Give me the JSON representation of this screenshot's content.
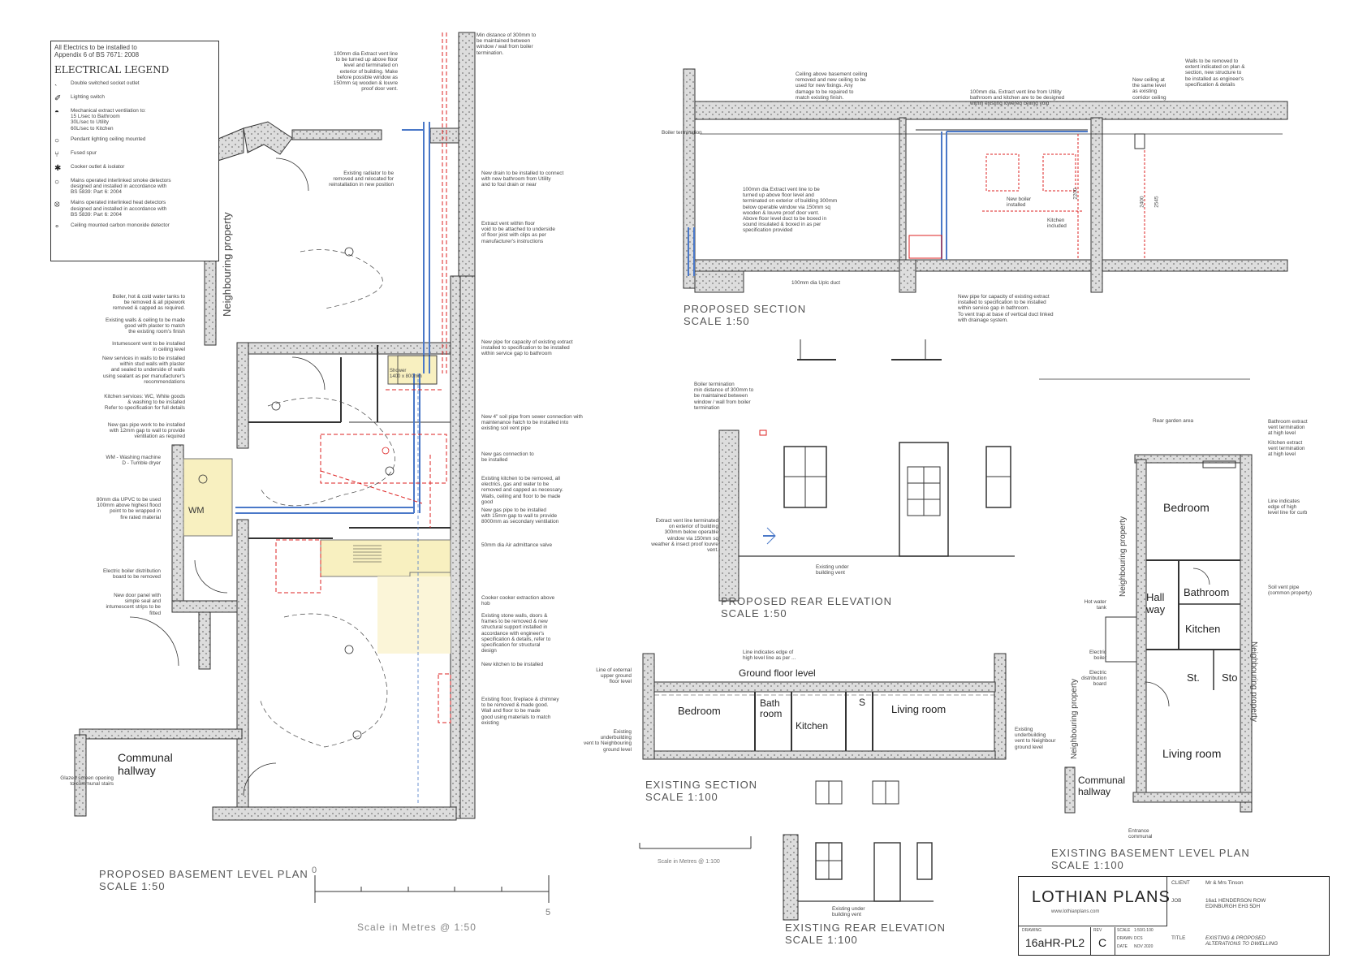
{
  "legend": {
    "header": "All Electrics to be installed to\nAppendix 6 of BS 7671: 2008",
    "title": "ELECTRICAL LEGEND",
    "items": [
      {
        "icon": "double-socket-icon",
        "label": "Double switched socket outlet"
      },
      {
        "icon": "switch-icon",
        "label": "Lighting switch"
      },
      {
        "icon": "extract-fan-icon",
        "label": "Mechanical extract ventilation to:\n15 L/sec to Bathroom\n30L/sec to Utility\n60L/sec to Kitchen"
      },
      {
        "icon": "ceiling-light-icon",
        "label": "Pendant lighting ceiling mounted"
      },
      {
        "icon": "fused-spur-icon",
        "label": "Fused spur"
      },
      {
        "icon": "cooker-switch-icon",
        "label": "Cooker outlet & isolator"
      },
      {
        "icon": "smoke-alarm-icon",
        "label": "Mains operated interlinked smoke detectors\ndesigned and installed in accordance with\nBS 5839: Part 6: 2004"
      },
      {
        "icon": "heat-alarm-icon",
        "label": "Mains operated interlinked heat detectors\ndesigned and installed in accordance with\nBS 5839: Part 6: 2004"
      },
      {
        "icon": "co-alarm-icon",
        "label": "Ceiling mounted carbon monoxide detector"
      }
    ]
  },
  "basement_plan": {
    "title": "PROPOSED BASEMENT LEVEL PLAN",
    "scale": "SCALE 1:50",
    "neighbouring": "Neighbouring property",
    "hallway": "Communal\nhallway",
    "wm": "WM",
    "shower": "Shower\n1400 x 800mm",
    "scale_bar": {
      "start": "0",
      "end": "5",
      "caption": "Scale in Metres @ 1:50"
    },
    "notes_left": [
      "Boiler, hot & cold water tanks to\nbe removed & all pipework\nremoved & capped as required.",
      "Existing walls & ceiling to be made\ngood with plaster to match\nthe existing room's finish",
      "Intumescent vent to be installed\nin ceiling level",
      "New services in walls to be installed\nwithin stud walls with plaster\nand sealed to underside of walls\nusing sealant as per manufacturer's\nrecommendations",
      "Kitchen services: WC, White goods\n& washing to be installed\nRefer to specification for full details",
      "New gas pipe work to be installed\nwith 12mm gap to wall to provide\nventilation as required",
      "WM - Washing machine\nD - Tumble dryer",
      "80mm dia UPVC to be used\n100mm above highest flood\npoint to be wrapped in\nfire rated material",
      "Electric boiler distribution\nboard to be removed",
      "New door panel with\nsimple seal and\nintumescent strips to be\nfitted",
      "Glazed screen opening\nto communal stairs"
    ],
    "notes_right": [
      "Min distance of 300mm to\nbe maintained between\nwindow / wall from boiler\ntermination.",
      "100mm dia Extract vent line\nto be turned up above floor\nlevel and terminated on\nexterior of building. Make\nbefore possible window as\n150mm sq wooden & louvre\nproof door vent.",
      "Existing radiator to be\nremoved and relocated for\nreinstallation in new position",
      "New drain to be installed to connect\nwith new bathroom from Utility\nand to foul drain or near",
      "Extract vent within floor\nvoid to be attached to underside\nof floor joist with clips as per\nmanufacturer's instructions",
      "New pipe for capacity of existing extract\ninstalled to specification to be installed\nwithin service gap to bathroom",
      "New 4\" soil pipe from sewer connection with\nmaintenance hatch to be installed into\nexisting soil vent pipe",
      "New gas connection to\nbe installed",
      "Existing kitchen to be removed, all\nelectrics, gas and water to be\nremoved and capped as necessary.\nWalls, ceiling and floor to be made\ngood",
      "New gas pipe to be installed\nwith 15mm gap to wall to provide\n8000mm as secondary ventilation",
      "50mm dia Air admittance valve",
      "Cooker cooker extraction above\nhob",
      "Existing stone walls, doors &\nframes to be removed & new\nstructural support installed in\naccordance with engineer's\nspecification & details, refer to\nspecification for structural\ndesign",
      "New kitchen to be installed",
      "Existing floor, fireplace & chimney\nto be removed & made good.\nWall and floor to be made\ngood using materials to match\nexisting"
    ]
  },
  "proposed_section": {
    "title": "PROPOSED SECTION",
    "scale": "SCALE 1:50",
    "notes": [
      "Boiler termination",
      "Ceiling above basement ceiling\nremoved and new ceiling to be\nused for new fixings. Any\ndamage to be repaired to\nmatch existing finish.",
      "100mm dia. Extract vent line from Utility\nbathroom and kitchen are to be designed\nwithin existing lowered ceiling void",
      "New ceiling at\nthe same level\nas existing\ncorridor ceiling",
      "Walls to be removed to\nextent indicated on plan &\nsection, new structure to\nbe installed as engineer's\nspecification & details",
      "100mm dia Extract vent line to be\nturned up above floor level and\nterminated on exterior of building 300mm\nbelow operable window via 150mm sq\nwooden & louvre proof door vent.\nAbove floor level duct to be boxed in\nsound insulated & boxed in as per\nspecification provided",
      "New boiler\ninstalled",
      "Kitchen\nincluded",
      "100mm dia Uplc duct",
      "New pipe for capacity of existing extract\ninstalled to specification to be installed\nwithin service gap in bathroom.\nTo vent trap at base of vertical duct linked\nwith drainage system."
    ],
    "dims": [
      "2200",
      "2400",
      "2545"
    ]
  },
  "proposed_rear_elevation": {
    "title": "PROPOSED REAR ELEVATION",
    "scale": "SCALE 1:50",
    "notes": [
      "Boiler termination\nmin distance of 300mm to\nbe maintained between\nwindow / wall from boiler\ntermination",
      "Extract vent line terminated\non exterior of building\n300mm below operable\nwindow via 150mm sq\nweather & insect proof louvre\nvent.",
      "Existing under\nbuilding vent"
    ]
  },
  "existing_section": {
    "title": "EXISTING SECTION",
    "scale": "SCALE 1:100",
    "ground_floor": "Ground floor level",
    "rooms": [
      "Bedroom",
      "Bath\nroom",
      "Kitchen",
      "S",
      "Living room"
    ],
    "notes": [
      "Line indicates edge of\nhigh level line as per ...",
      "Line of external\nupper ground\nfloor level",
      "Existing\nunderbuilding\nvent to Neighbouring\nground level",
      "Existing\nunderbuilding\nvent to Neighbour\nground level"
    ],
    "scale_bar_caption": "Scale in Metres @ 1:100"
  },
  "existing_rear_elevation": {
    "title": "EXISTING REAR ELEVATION",
    "scale": "SCALE 1:100",
    "note": "Existing under\nbuilding vent"
  },
  "existing_basement": {
    "title": "EXISTING BASEMENT LEVEL PLAN",
    "scale": "SCALE 1:100",
    "rooms": {
      "bedroom": "Bedroom",
      "hallway": "Hall\nway",
      "bathroom": "Bathroom",
      "kitchen": "Kitchen",
      "store1": "St.",
      "store2": "Sto",
      "living": "Living room",
      "communal": "Communal\nhallway"
    },
    "neighbouring": [
      "Neighbouring property",
      "Neighbouring property",
      "Neighbouring property"
    ],
    "notes": [
      "Rear garden area",
      "Bathroom extract\nvent termination\nat high level",
      "Kitchen extract\nvent termination\nat high level",
      "Line indicates\nedge of high\nlevel line for curb",
      "Soil vent pipe\n(common property)",
      "Hot water\ntank",
      "Electric\nboiler",
      "Electric\ndistribution\nboard",
      "Entrance\ncommunal"
    ]
  },
  "title_block": {
    "company": "LOTHIAN PLANS",
    "website": "www.lothianplans.com",
    "client_label": "CLIENT",
    "client": "Mr & Mrs Tinson",
    "job_label": "JOB",
    "job": "16a1 HENDERSON ROW\nEDINBURGH EH3 5DH",
    "title_label": "TITLE",
    "title": "EXISTING & PROPOSED\nALTERATIONS TO DWELLING",
    "drawing_label": "DRAWING",
    "drawing_no": "16aHR-PL2",
    "rev_label": "REV",
    "revision": "C",
    "scale_label": "SCALE",
    "scale": "1:50/1:100",
    "drawn_label": "DRAWN",
    "drawn": "DCS",
    "date_label": "DATE",
    "date": "NOV 2020"
  }
}
